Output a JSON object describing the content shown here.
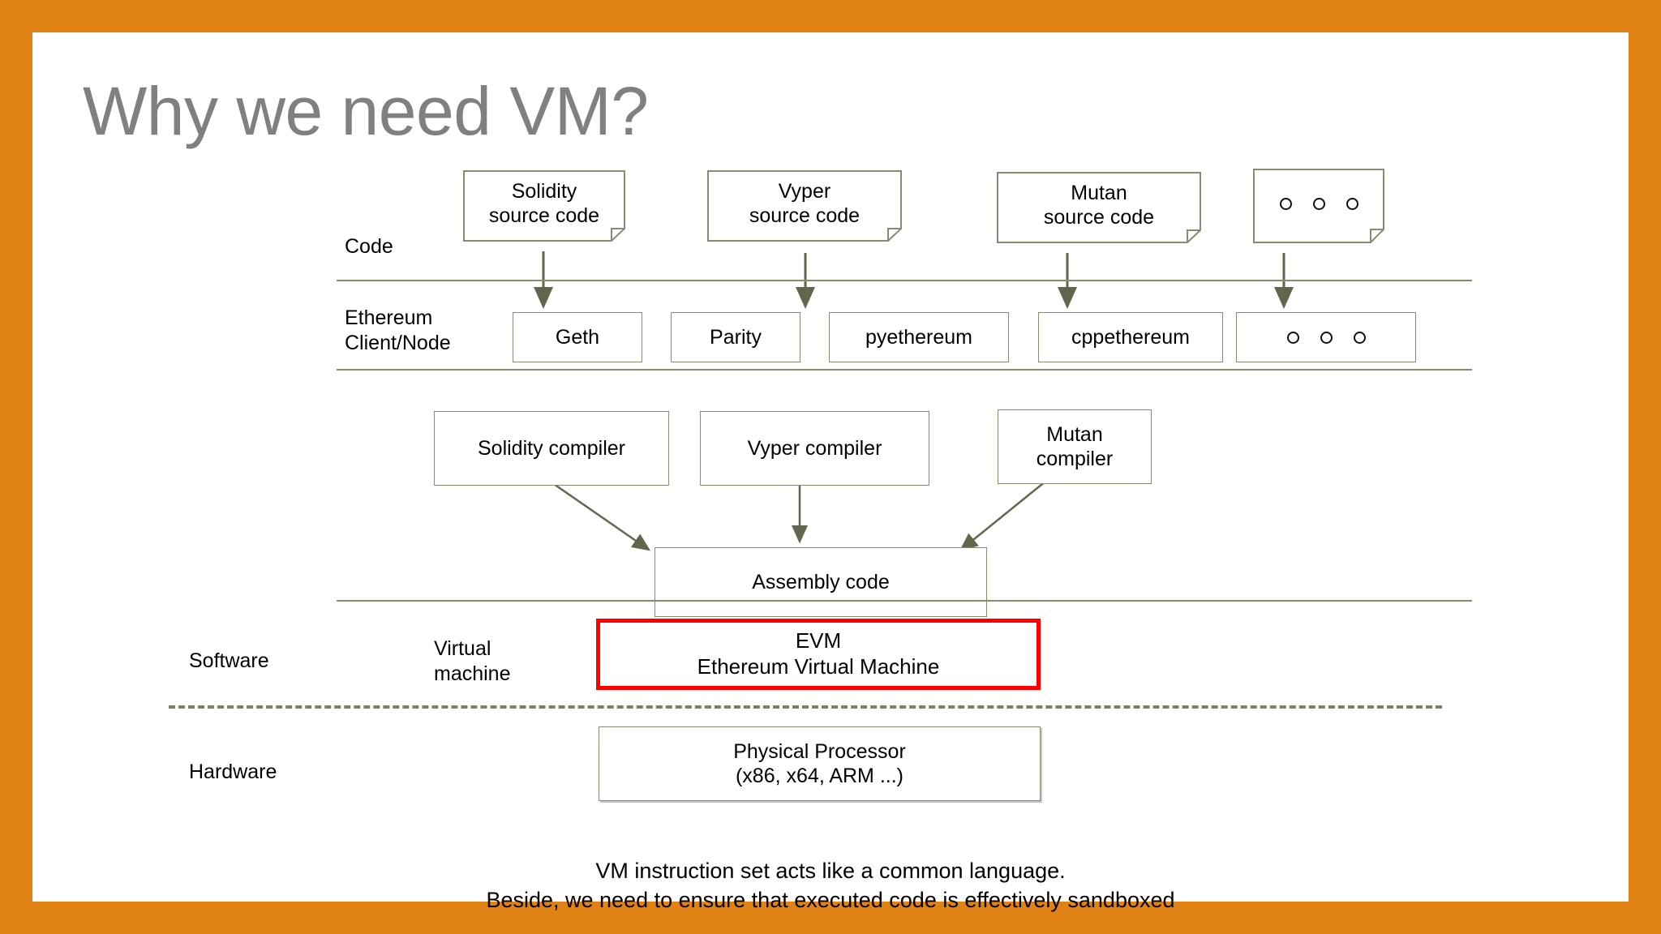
{
  "slide": {
    "title": "Why we need VM?",
    "border_color": "#E08214",
    "background_color": "#FFFFFF",
    "outline_color": "#8A8A72",
    "highlight_color": "#FF0000"
  },
  "rows": {
    "code": {
      "label": "Code",
      "items": [
        {
          "line1": "Solidity",
          "line2": "source code"
        },
        {
          "line1": "Vyper",
          "line2": "source code"
        },
        {
          "line1": "Mutan",
          "line2": "source code"
        },
        {
          "line1": "",
          "line2": "",
          "dots": true
        }
      ]
    },
    "client": {
      "label": "Ethereum\nClient/Node",
      "items": [
        {
          "line1": "Geth"
        },
        {
          "line1": "Parity"
        },
        {
          "line1": "pyethereum"
        },
        {
          "line1": "cppethereum"
        },
        {
          "line1": "",
          "dots": true
        }
      ]
    },
    "compilers": {
      "items": [
        {
          "line1": "Solidity compiler"
        },
        {
          "line1": "Vyper compiler"
        },
        {
          "line1": "Mutan",
          "line2": "compiler"
        }
      ]
    },
    "assembly": {
      "line1": "Assembly code"
    },
    "software": {
      "label": "Software",
      "sublabel": "Virtual\nmachine",
      "vm": {
        "line1": "EVM",
        "line2": "Ethereum Virtual Machine"
      }
    },
    "hardware": {
      "label": "Hardware",
      "processor": {
        "line1": "Physical Processor",
        "line2": "(x86, x64, ARM ...)"
      }
    }
  },
  "footer": {
    "line1": "VM instruction set acts like a common language.",
    "line2": "Beside, we need to ensure that executed code is effectively sandboxed"
  }
}
